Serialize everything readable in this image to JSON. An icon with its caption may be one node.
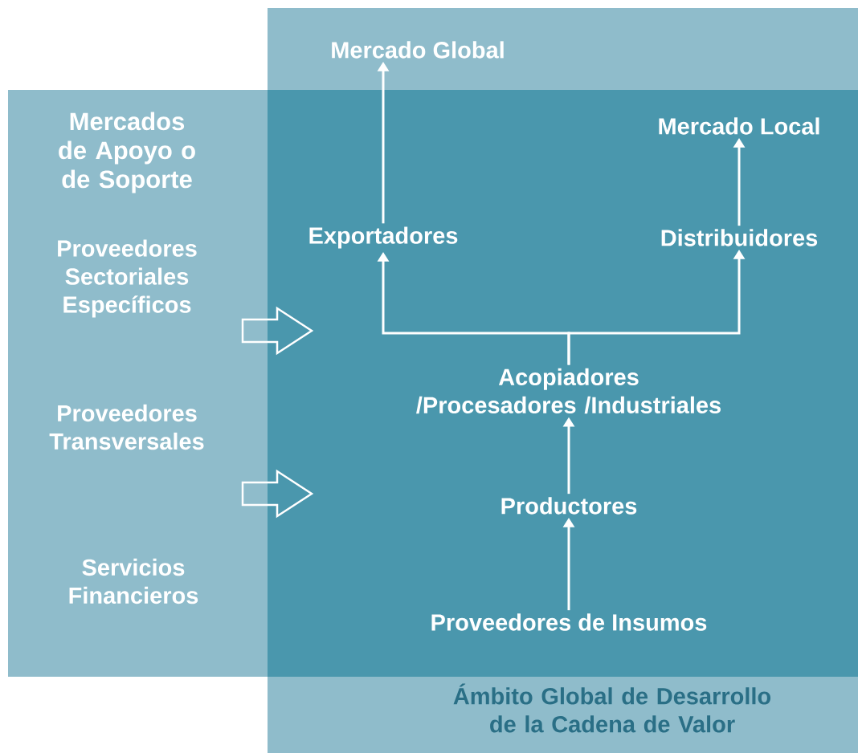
{
  "diagram": {
    "nodes": [
      {
        "text": [
          "Mercados de Apoyo o de Soporte",
          "Proveedores Sectoriales Específicos",
          "Proveedores Transversales",
          "Servicios Financieros"
        ]
      },
      {
        "text": [
          "Ámbito Global de Desarrollo de la Cadena de Valor"
        ]
      },
      {
        "text": [
          "Mercado Global"
        ],
        "in": 1
      },
      {
        "text": [
          "Mercado Local"
        ],
        "in": 1
      },
      {
        "text": [
          "Exportadores"
        ],
        "in": 1
      },
      {
        "text": [
          "Distribuidores"
        ],
        "in": 1
      },
      {
        "text": [
          "Acopiadores /Procesadores /Industriales"
        ],
        "in": 1
      },
      {
        "text": [
          "Productores"
        ],
        "in": 1
      },
      {
        "text": [
          "Proveedores de Insumos"
        ],
        "in": 1
      }
    ],
    "edges": [
      {
        "from": 4,
        "to": 2,
        "arrow": "to"
      },
      {
        "from": 5,
        "to": 3,
        "arrow": "to"
      },
      {
        "from": 6,
        "to": 4,
        "arrow": "to"
      },
      {
        "from": 6,
        "to": 5,
        "arrow": "to"
      },
      {
        "from": 7,
        "to": 6,
        "arrow": "to"
      },
      {
        "from": 8,
        "to": 7,
        "arrow": "to"
      }
    ]
  }
}
